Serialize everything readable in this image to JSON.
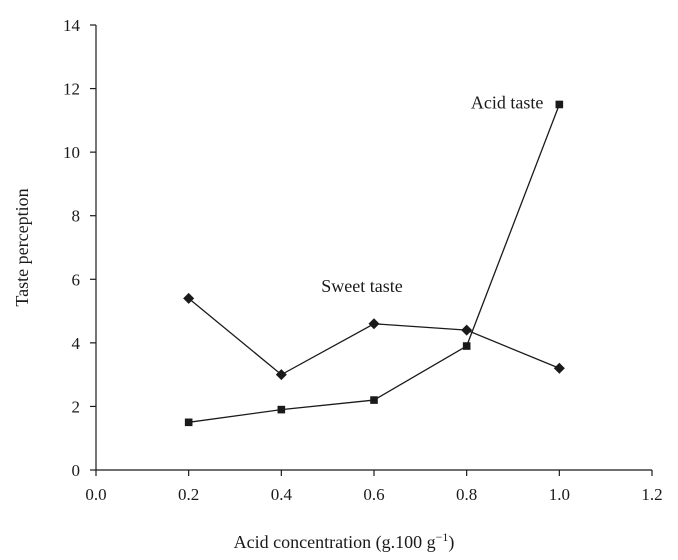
{
  "chart_data": {
    "type": "line",
    "title": "",
    "xlabel": "Acid concentration (g.100 g",
    "xlabel_sup": "−1",
    "xlabel_end": ")",
    "ylabel": "Taste perception",
    "xlim": [
      0.0,
      1.2
    ],
    "ylim": [
      0,
      14
    ],
    "xticks": [
      0.0,
      0.2,
      0.4,
      0.6,
      0.8,
      1.0,
      1.2
    ],
    "xtick_labels": [
      "0.0",
      "0.2",
      "0.4",
      "0.6",
      "0.8",
      "1.0",
      "1.2"
    ],
    "yticks": [
      0,
      2,
      4,
      6,
      8,
      10,
      12,
      14
    ],
    "ytick_labels": [
      "0",
      "2",
      "4",
      "6",
      "8",
      "10",
      "12",
      "14"
    ],
    "grid": false,
    "legend": "none",
    "series": [
      {
        "name": "Sweet taste",
        "marker": "diamond",
        "color": "#1a1a1a",
        "x": [
          0.2,
          0.4,
          0.6,
          0.8,
          1.0
        ],
        "values": [
          5.4,
          3.0,
          4.6,
          4.4,
          3.2
        ]
      },
      {
        "name": "Acid taste",
        "marker": "square",
        "color": "#1a1a1a",
        "x": [
          0.2,
          0.4,
          0.6,
          0.8,
          1.0
        ],
        "values": [
          1.5,
          1.9,
          2.2,
          3.9,
          11.5
        ]
      }
    ],
    "annotations": [
      {
        "text": "Sweet taste",
        "series": 0
      },
      {
        "text": "Acid taste",
        "series": 1
      }
    ]
  }
}
